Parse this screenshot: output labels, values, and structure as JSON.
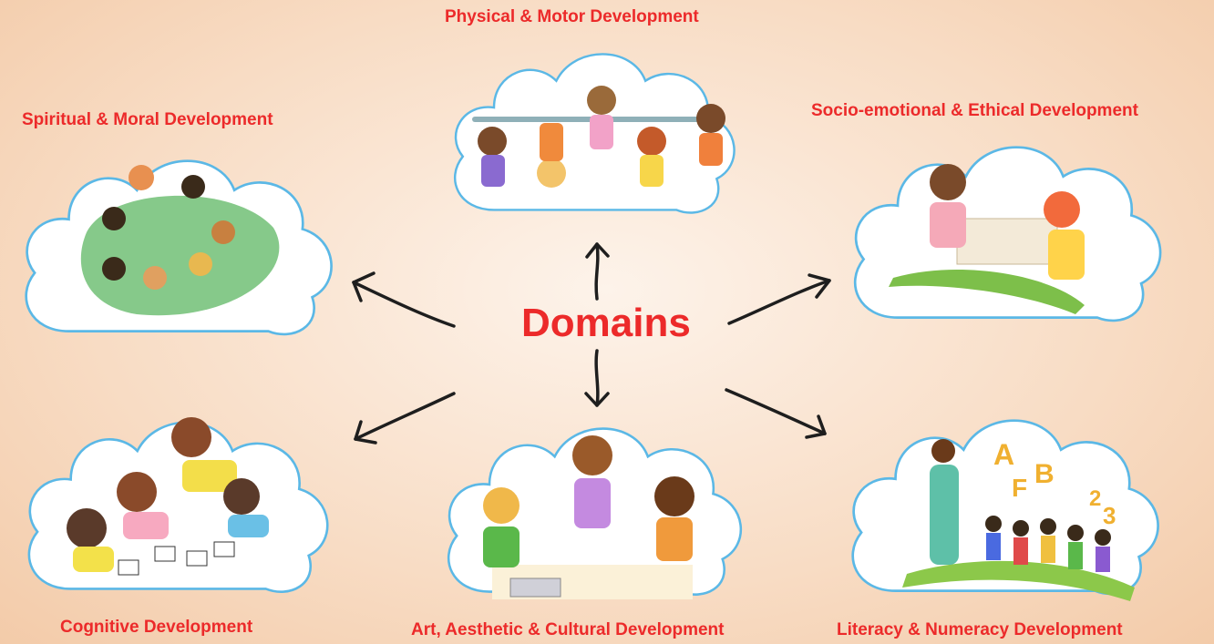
{
  "center": {
    "label": "Domains"
  },
  "domains": [
    {
      "label": "Physical & Motor Development",
      "scene": "children-hanging-on-bar"
    },
    {
      "label": "Spiritual & Moral Development",
      "scene": "children-sitting-in-circle"
    },
    {
      "label": "Socio-emotional & Ethical Development",
      "scene": "children-gardening"
    },
    {
      "label": "Cognitive Development",
      "scene": "children-playing-cards"
    },
    {
      "label": "Art, Aesthetic & Cultural Development",
      "scene": "children-painting"
    },
    {
      "label": "Literacy & Numeracy Development",
      "scene": "teacher-with-children-letters"
    }
  ],
  "colors": {
    "label": "#ec2a2a",
    "cloud_border": "#5bb8e6",
    "arrow": "#1e1e1e"
  }
}
